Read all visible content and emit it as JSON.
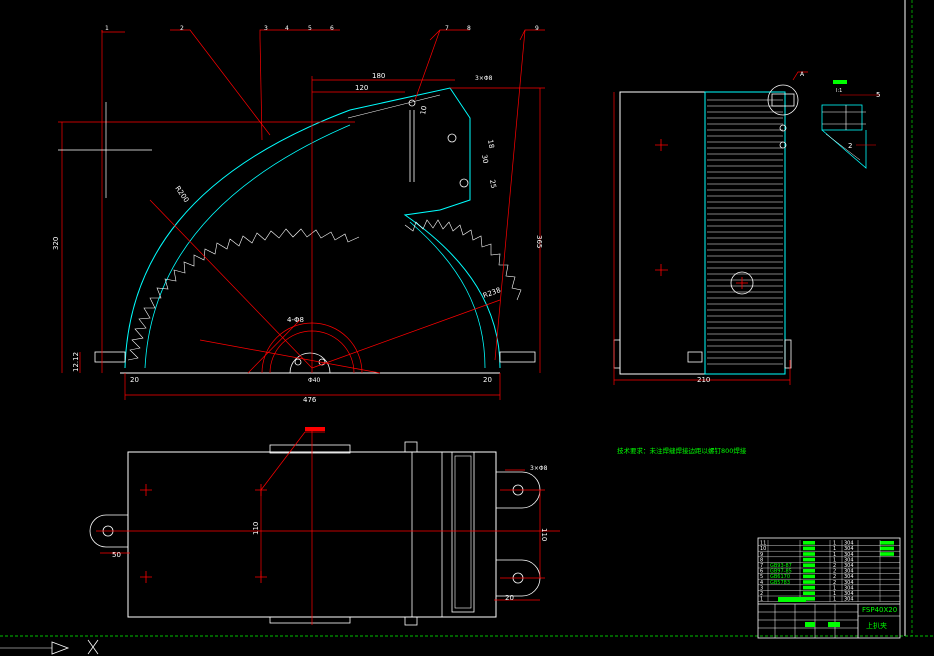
{
  "drawing": {
    "leaders": [
      "1",
      "2",
      "3",
      "4",
      "5",
      "6",
      "7",
      "8",
      "9"
    ],
    "front_view": {
      "dims": {
        "top_180": "180",
        "top_120": "120",
        "height_320": "320",
        "height_365": "365",
        "width_476": "476",
        "left_20": "20",
        "right_20": "20",
        "left_low": "12.12",
        "radius": "R200",
        "r_right": "R238",
        "angle_small": "4-Φ8",
        "small_10": "10",
        "small_18": "18",
        "small_30": "30",
        "small_25": "25",
        "r_top": "3×Φ8",
        "center_mark": "Φ40"
      }
    },
    "side_view": {
      "dims": {
        "width_210": "210",
        "detail_A": "A"
      },
      "detail": {
        "label": "I:1",
        "dim_a": "2",
        "dim_b": "5"
      }
    },
    "top_view": {
      "dims": {
        "d110_left": "110",
        "d110_right": "110",
        "d20_bottom": "20",
        "d50_left": "50",
        "hole_note": "3×Φ8"
      }
    },
    "tech_note": "技术要求：未注焊缝焊接边距以螺钉800焊接"
  },
  "title_block": {
    "model": "FSP40X20",
    "name": "上扒夹",
    "rows": [
      {
        "no": "11",
        "code": "",
        "name": "",
        "qty": "1",
        "mat": "304"
      },
      {
        "no": "10",
        "code": "",
        "name": "",
        "qty": "1",
        "mat": "304"
      },
      {
        "no": "9",
        "code": "",
        "name": "",
        "qty": "1",
        "mat": "304"
      },
      {
        "no": "8",
        "code": "",
        "name": "",
        "qty": "1",
        "mat": "304"
      },
      {
        "no": "7",
        "code": "GB93-87",
        "name": "",
        "qty": "2",
        "mat": "304"
      },
      {
        "no": "6",
        "code": "GB97-85",
        "name": "",
        "qty": "2",
        "mat": "304"
      },
      {
        "no": "5",
        "code": "GB6170",
        "name": "",
        "qty": "2",
        "mat": "304"
      },
      {
        "no": "4",
        "code": "GB5783",
        "name": "",
        "qty": "2",
        "mat": "304"
      },
      {
        "no": "3",
        "code": "",
        "name": "",
        "qty": "1",
        "mat": "304"
      },
      {
        "no": "2",
        "code": "",
        "name": "",
        "qty": "1",
        "mat": "304"
      },
      {
        "no": "1",
        "code": "",
        "name": "",
        "qty": "1",
        "mat": "304"
      }
    ]
  },
  "colors": {
    "background": "#000000",
    "dimension": "#ff0000",
    "outline": "#ffffff",
    "section": "#00ffff",
    "text_green": "#00ff00"
  }
}
